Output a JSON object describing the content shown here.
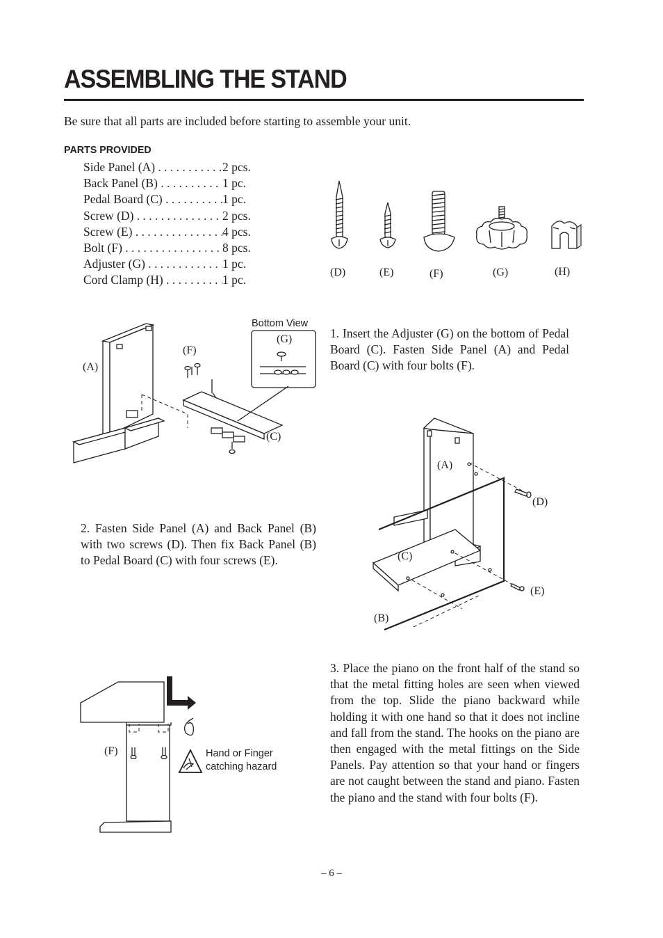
{
  "page": {
    "title": "ASSEMBLING THE STAND",
    "intro": "Be sure that all parts are included before starting to assemble your unit.",
    "page_number": "– 6 –"
  },
  "parts": {
    "heading": "PARTS PROVIDED",
    "items": [
      {
        "name": "Side Panel (A) . . . . . . . . . . . . . . . .",
        "qty": "2 pcs."
      },
      {
        "name": "Back Panel (B) . . . . . . . . . . . . . . . .",
        "qty": "1 pc."
      },
      {
        "name": "Pedal Board (C) . . . . . . . . . . . . . . . .",
        "qty": "1 pc."
      },
      {
        "name": "Screw (D) . . . . . . . . . . . . . . . . . . . .",
        "qty": "2 pcs."
      },
      {
        "name": "Screw (E) . . . . . . . . . . . . . . . . . . . .",
        "qty": "4 pcs."
      },
      {
        "name": "Bolt (F) . . . . . . . . . . . . . . . . . . . .",
        "qty": "8 pcs."
      },
      {
        "name": "Adjuster (G) . . . . . . . . . . . . . . . . . .",
        "qty": "1 pc."
      },
      {
        "name": "Cord Clamp (H) . . . . . . . . . . . . . . . .",
        "qty": "1 pc."
      }
    ],
    "figure_labels": [
      "(D)",
      "(E)",
      "(F)",
      "(G)",
      "(H)"
    ]
  },
  "fig1": {
    "label_a": "(A)",
    "label_f": "(F)",
    "label_c": "(C)",
    "inset_title": "Bottom View",
    "inset_label": "(G)"
  },
  "fig2": {
    "label_a": "(A)",
    "label_d": "(D)",
    "label_c": "(C)",
    "label_e": "(E)",
    "label_b": "(B)"
  },
  "fig3": {
    "label_f": "(F)",
    "warning_line1": "Hand or Finger",
    "warning_line2": "catching hazard"
  },
  "steps": {
    "step1": "1. Insert the Adjuster (G) on the bottom of Pedal Board (C).  Fasten Side Panel (A) and Pedal Board (C) with four bolts (F).",
    "step2": "2. Fasten Side Panel (A) and Back Panel (B) with two screws (D).  Then fix Back Panel (B) to Pedal Board (C) with four screws (E).",
    "step3": "3. Place the piano on the front half of the stand so that the metal fitting holes are seen when viewed from the top.  Slide the piano backward while holding it with one hand so that it does not incline and fall from the stand.  The hooks on the piano are then engaged with the metal fittings on the Side Panels.  Pay attention so that your hand or fingers are not caught between the stand and piano.  Fasten the piano and the stand with four bolts (F)."
  }
}
